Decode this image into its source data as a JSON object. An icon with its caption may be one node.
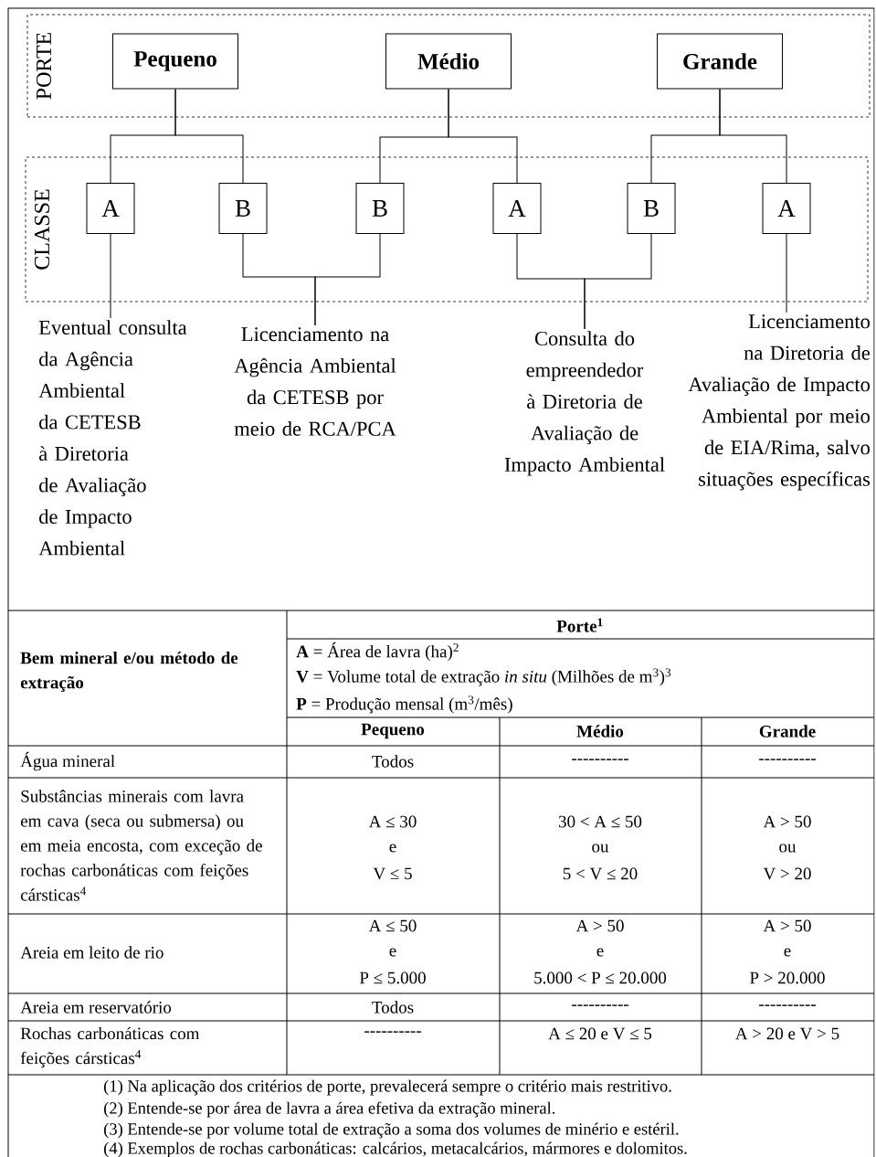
{
  "diagram": {
    "nodes": [
      {
        "text": [
          "PORTE"
        ]
      },
      {
        "text": [
          "Pequeno"
        ],
        "in": 0
      },
      {
        "text": [
          "Médio"
        ],
        "in": 0
      },
      {
        "text": [
          "Grande"
        ],
        "in": 0
      },
      {
        "text": [
          "CLASSE"
        ]
      },
      {
        "text": [
          "A"
        ],
        "in": 4
      },
      {
        "text": [
          "B"
        ],
        "in": 4
      },
      {
        "text": [
          "B"
        ],
        "in": 4
      },
      {
        "text": [
          "A"
        ],
        "in": 4
      },
      {
        "text": [
          "B"
        ],
        "in": 4
      },
      {
        "text": [
          "A"
        ],
        "in": 4
      },
      {
        "text": [
          "Eventual consulta da Agência Ambiental da CETESB à Diretoria de Avaliação de Impacto Ambiental"
        ]
      },
      {
        "text": [
          "Licenciamento na Agência Ambiental da CETESB por meio de RCA/PCA"
        ]
      },
      {
        "text": [
          "Consulta do empreendedor à Diretoria de Avaliação de Impacto Ambiental"
        ]
      },
      {
        "text": [
          "Licenciamento na Diretoria de Avaliação de Impacto Ambiental por meio de EIA/Rima, salvo situações específicas"
        ]
      }
    ],
    "edges": [
      {
        "from": 1,
        "to": 5,
        "arrow": "none"
      },
      {
        "from": 1,
        "to": 6,
        "arrow": "none"
      },
      {
        "from": 2,
        "to": 7,
        "arrow": "none"
      },
      {
        "from": 2,
        "to": 8,
        "arrow": "none"
      },
      {
        "from": 3,
        "to": 9,
        "arrow": "none"
      },
      {
        "from": 3,
        "to": 10,
        "arrow": "none"
      },
      {
        "from": 5,
        "to": 11,
        "arrow": "none"
      },
      {
        "from": 6,
        "to": 12,
        "arrow": "none"
      },
      {
        "from": 7,
        "to": 12,
        "arrow": "none"
      },
      {
        "from": 8,
        "to": 13,
        "arrow": "none"
      },
      {
        "from": 9,
        "to": 13,
        "arrow": "none"
      },
      {
        "from": 10,
        "to": 14,
        "arrow": "none"
      }
    ],
    "labels": [
      "Bem mineral e/ou método de extração",
      "Porte$^{1}$",
      "**A** = Área de lavra (ha)$^{2}$",
      "**V** = Volume total de extração *in situ* (Milhões de m$^{3}$)$^{3}$",
      "**P** = Produção mensal (m$^{3}$/mês)",
      "Pequeno",
      "Médio",
      "Grande",
      "Água mineral",
      "Todos",
      "----------",
      "----------",
      "Substâncias minerais com lavra em cava (seca ou submersa) ou em meia encosta, com exceção de rochas carbonáticas com feições cársticas$^{4}$",
      "A ≤ 30",
      "e",
      "V ≤ 5",
      "30 < A ≤ 50",
      "ou",
      "5 < V ≤ 20",
      "A > 50",
      "ou",
      "V > 20",
      "Areia em leito de rio",
      "A ≤ 50",
      "e",
      "P ≤ 5.000",
      "A > 50",
      "e",
      "5.000 < P ≤ 20.000",
      "A > 50",
      "e",
      "P > 20.000",
      "Areia em reservatório",
      "Todos",
      "----------",
      "----------",
      "Rochas carbonáticas com feições cársticas$^{4}$",
      "----------",
      "A ≤ 20 e V ≤ 5",
      "A > 20 e V > 5",
      "(1) Na aplicação dos critérios de porte, prevalecerá sempre o critério mais restritivo.",
      "(2) Entende-se por área de lavra a área efetiva da extração mineral.",
      "(3) Entende-se por volume total de extração a soma dos volumes de minério e estéril.",
      "(4) Exemplos de rochas carbonáticas: calcários, metacalcários, mármores e dolomitos."
    ]
  }
}
